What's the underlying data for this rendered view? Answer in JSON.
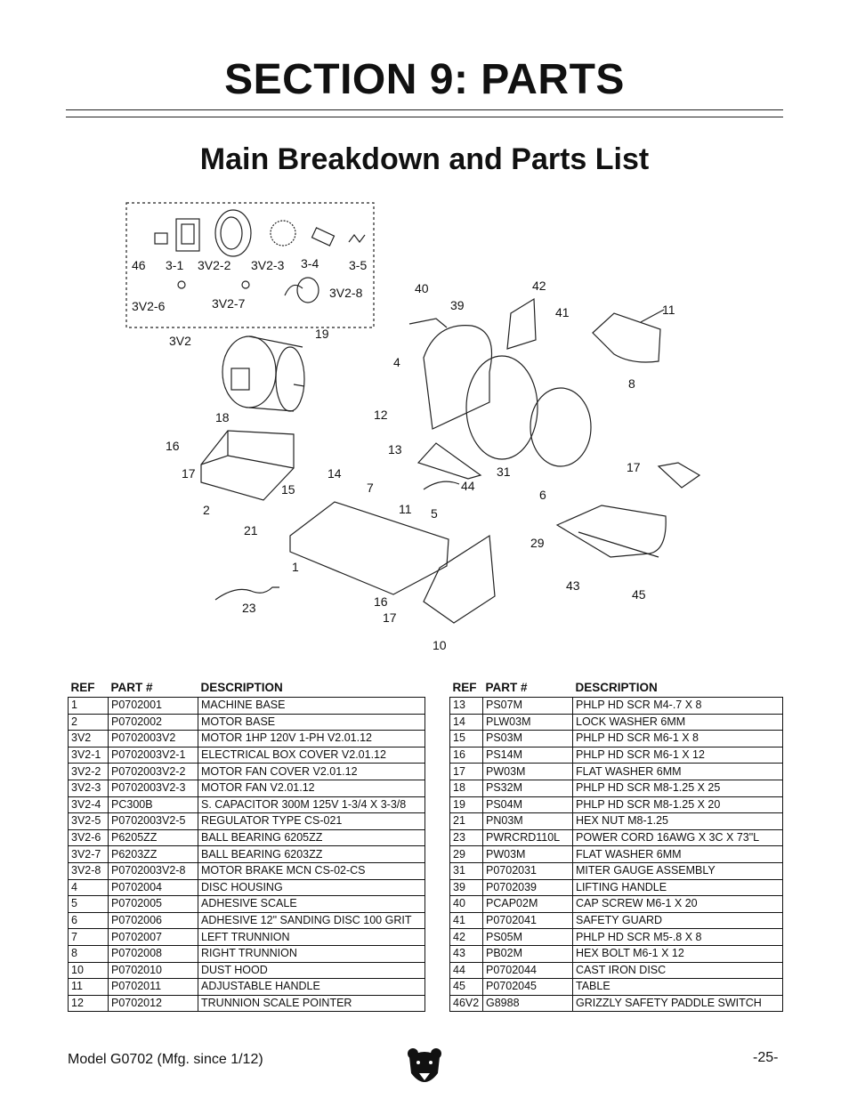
{
  "section_title": "SECTION 9: PARTS",
  "subtitle": "Main Breakdown and Parts List",
  "diagram": {
    "callouts": [
      "46",
      "3-1",
      "3V2-2",
      "3V2-3",
      "3-4",
      "3-5",
      "3V2-6",
      "3V2-7",
      "3V2-8",
      "3V2",
      "19",
      "40",
      "39",
      "42",
      "41",
      "11",
      "4",
      "8",
      "18",
      "12",
      "16",
      "13",
      "17",
      "15",
      "14",
      "7",
      "44",
      "31",
      "17",
      "6",
      "2",
      "11",
      "5",
      "21",
      "29",
      "1",
      "43",
      "45",
      "23",
      "16",
      "17",
      "10"
    ]
  },
  "table_headers": {
    "ref": "REF",
    "part": "PART #",
    "desc": "DESCRIPTION"
  },
  "parts_left": [
    {
      "ref": "1",
      "part": "P0702001",
      "desc": "MACHINE BASE"
    },
    {
      "ref": "2",
      "part": "P0702002",
      "desc": "MOTOR BASE"
    },
    {
      "ref": "3V2",
      "part": "P0702003V2",
      "desc": "MOTOR 1HP 120V 1-PH V2.01.12"
    },
    {
      "ref": "3V2-1",
      "part": "P0702003V2-1",
      "desc": "ELECTRICAL BOX COVER V2.01.12"
    },
    {
      "ref": "3V2-2",
      "part": "P0702003V2-2",
      "desc": "MOTOR FAN COVER V2.01.12"
    },
    {
      "ref": "3V2-3",
      "part": "P0702003V2-3",
      "desc": "MOTOR FAN V2.01.12"
    },
    {
      "ref": "3V2-4",
      "part": "PC300B",
      "desc": "S. CAPACITOR 300M 125V 1-3/4 X 3-3/8"
    },
    {
      "ref": "3V2-5",
      "part": "P0702003V2-5",
      "desc": "REGULATOR TYPE CS-021"
    },
    {
      "ref": "3V2-6",
      "part": "P6205ZZ",
      "desc": "BALL BEARING 6205ZZ"
    },
    {
      "ref": "3V2-7",
      "part": "P6203ZZ",
      "desc": "BALL BEARING 6203ZZ"
    },
    {
      "ref": "3V2-8",
      "part": "P0702003V2-8",
      "desc": "MOTOR BRAKE MCN CS-02-CS"
    },
    {
      "ref": "4",
      "part": "P0702004",
      "desc": "DISC HOUSING"
    },
    {
      "ref": "5",
      "part": "P0702005",
      "desc": "ADHESIVE SCALE"
    },
    {
      "ref": "6",
      "part": "P0702006",
      "desc": "ADHESIVE 12\" SANDING DISC 100 GRIT"
    },
    {
      "ref": "7",
      "part": "P0702007",
      "desc": "LEFT TRUNNION"
    },
    {
      "ref": "8",
      "part": "P0702008",
      "desc": "RIGHT TRUNNION"
    },
    {
      "ref": "10",
      "part": "P0702010",
      "desc": "DUST HOOD"
    },
    {
      "ref": "11",
      "part": "P0702011",
      "desc": "ADJUSTABLE HANDLE"
    },
    {
      "ref": "12",
      "part": "P0702012",
      "desc": "TRUNNION SCALE POINTER"
    }
  ],
  "parts_right": [
    {
      "ref": "13",
      "part": "PS07M",
      "desc": "PHLP HD SCR M4-.7 X 8"
    },
    {
      "ref": "14",
      "part": "PLW03M",
      "desc": "LOCK WASHER 6MM"
    },
    {
      "ref": "15",
      "part": "PS03M",
      "desc": "PHLP HD SCR M6-1 X 8"
    },
    {
      "ref": "16",
      "part": "PS14M",
      "desc": "PHLP HD SCR M6-1 X 12"
    },
    {
      "ref": "17",
      "part": "PW03M",
      "desc": "FLAT WASHER 6MM"
    },
    {
      "ref": "18",
      "part": "PS32M",
      "desc": "PHLP HD SCR M8-1.25 X 25"
    },
    {
      "ref": "19",
      "part": "PS04M",
      "desc": "PHLP HD SCR M8-1.25 X 20"
    },
    {
      "ref": "21",
      "part": "PN03M",
      "desc": "HEX NUT M8-1.25"
    },
    {
      "ref": "23",
      "part": "PWRCRD110L",
      "desc": "POWER CORD 16AWG X 3C X 73\"L"
    },
    {
      "ref": "29",
      "part": "PW03M",
      "desc": "FLAT WASHER 6MM"
    },
    {
      "ref": "31",
      "part": "P0702031",
      "desc": "MITER GAUGE ASSEMBLY"
    },
    {
      "ref": "39",
      "part": "P0702039",
      "desc": "LIFTING HANDLE"
    },
    {
      "ref": "40",
      "part": "PCAP02M",
      "desc": "CAP SCREW M6-1 X 20"
    },
    {
      "ref": "41",
      "part": "P0702041",
      "desc": "SAFETY GUARD"
    },
    {
      "ref": "42",
      "part": "PS05M",
      "desc": "PHLP HD SCR M5-.8 X 8"
    },
    {
      "ref": "43",
      "part": "PB02M",
      "desc": "HEX BOLT M6-1 X 12"
    },
    {
      "ref": "44",
      "part": "P0702044",
      "desc": "CAST IRON DISC"
    },
    {
      "ref": "45",
      "part": "P0702045",
      "desc": "TABLE"
    },
    {
      "ref": "46V2",
      "part": "G8988",
      "desc": "GRIZZLY SAFETY PADDLE SWITCH"
    }
  ],
  "footer": {
    "model": "Model G0702 (Mfg. since 1/12)",
    "page": "-25-"
  },
  "icons": {
    "logo": "grizzly-bear-logo-icon"
  }
}
